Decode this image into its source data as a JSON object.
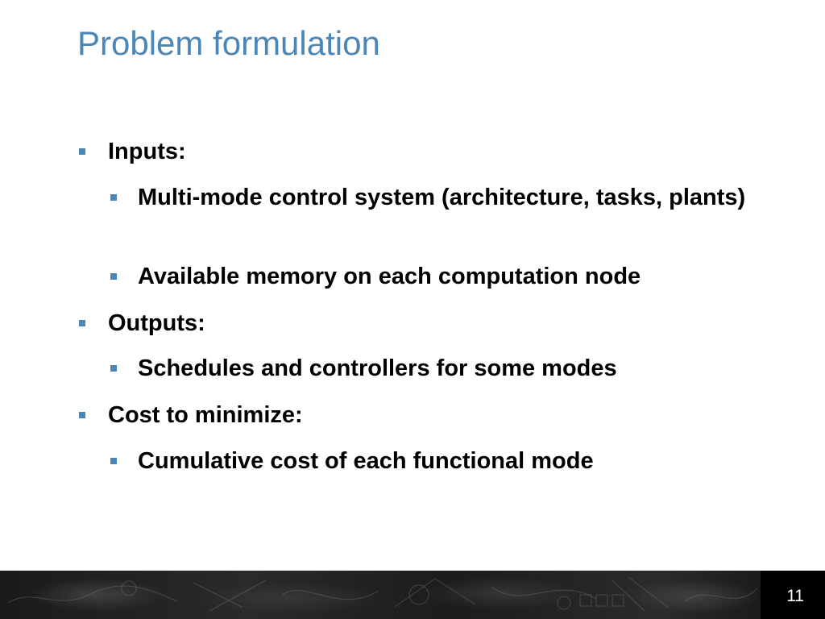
{
  "slide": {
    "title": "Problem formulation",
    "page_number": "11"
  },
  "bullets": {
    "inputs": "Inputs:",
    "inputs_item1": "Multi-mode control system (architecture, tasks, plants)",
    "inputs_item2": "Available memory on each computation node",
    "outputs": "Outputs:",
    "outputs_item1": "Schedules and controllers for some modes",
    "cost": "Cost to minimize:",
    "cost_item1": "Cumulative cost of each functional mode"
  },
  "colors": {
    "title": "#4a86b8",
    "bullet_marker": "#4a86b8",
    "body_text": "#000000",
    "footer": "#1a1a1a"
  }
}
